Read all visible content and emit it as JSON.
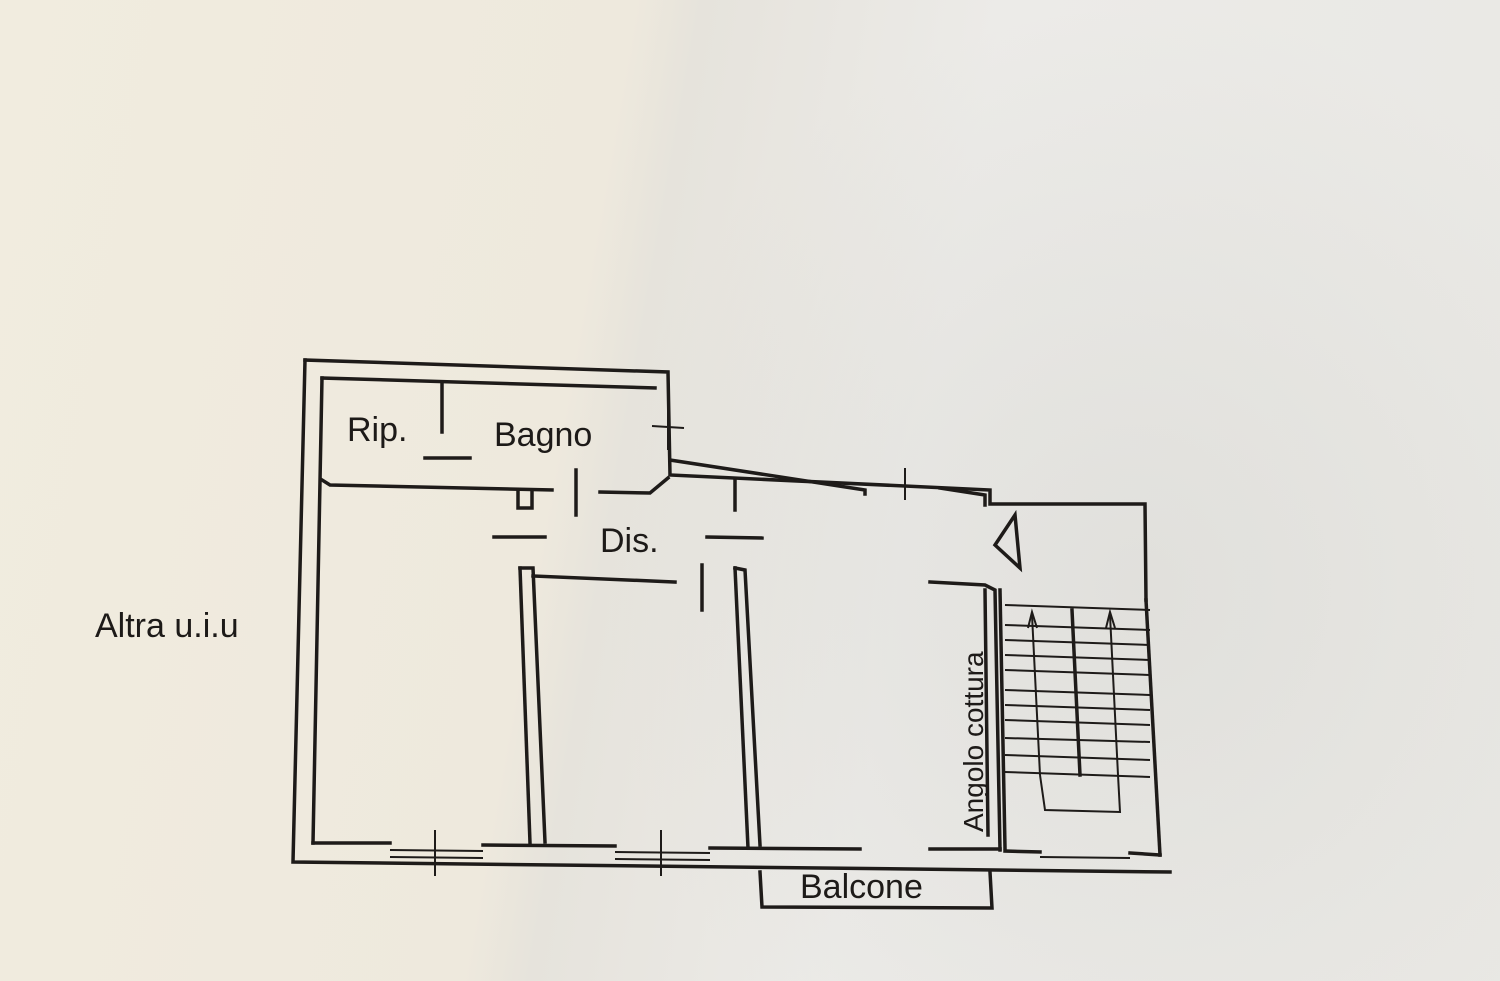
{
  "labels": {
    "left_unit": "Altra u.i.u",
    "storage": "Rip.",
    "bathroom": "Bagno",
    "hallway": "Dis.",
    "kitchenette": "Angolo cottura",
    "balcony": "Balcone"
  }
}
